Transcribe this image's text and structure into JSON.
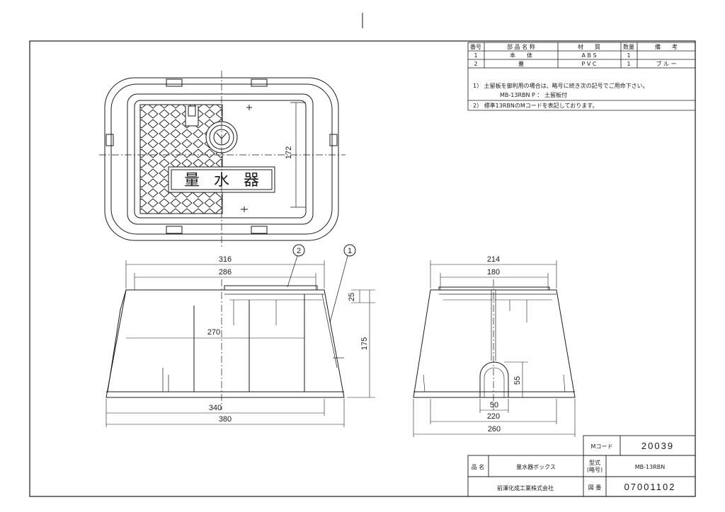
{
  "parts_table": {
    "headers": [
      "番号",
      "部 品 名 称",
      "材　　質",
      "数量",
      "備　　考"
    ],
    "rows": [
      {
        "no": "1",
        "name": "本　　体",
        "material": "A B S",
        "qty": "1",
        "remark": ""
      },
      {
        "no": "2",
        "name": "蓋",
        "material": "P V C",
        "qty": "1",
        "remark": "ブ ル ー"
      }
    ]
  },
  "notes": [
    "1） 土留板を御利用の場合は、略号に続き次の記号でご用命下さい。",
    "MB-13RBN P ： 土留板付",
    "2） 標準13RBNのMコードを表記しております。"
  ],
  "top_view": {
    "lid_text": [
      "量",
      "水",
      "器"
    ],
    "dim_172": "172"
  },
  "front_view": {
    "dims": {
      "d316": "316",
      "d286": "286",
      "d270": "270",
      "d340": "340",
      "d380": "380",
      "d25": "25",
      "d175": "175"
    },
    "callouts": [
      "2",
      "1"
    ]
  },
  "side_view": {
    "dims": {
      "d214": "214",
      "d180": "180",
      "d55": "55",
      "d50": "50",
      "d220": "220",
      "d260": "260"
    }
  },
  "title_block": {
    "m_code_label": "Mコード",
    "m_code": "20039",
    "name_label": "品 名",
    "name": "量水器ボックス",
    "model_label_1": "型式",
    "model_label_2": "(略号)",
    "model": "MB-13RBN",
    "company": "前澤化成工業株式会社",
    "drawing_label": "図 番",
    "drawing_no": "07001102"
  }
}
